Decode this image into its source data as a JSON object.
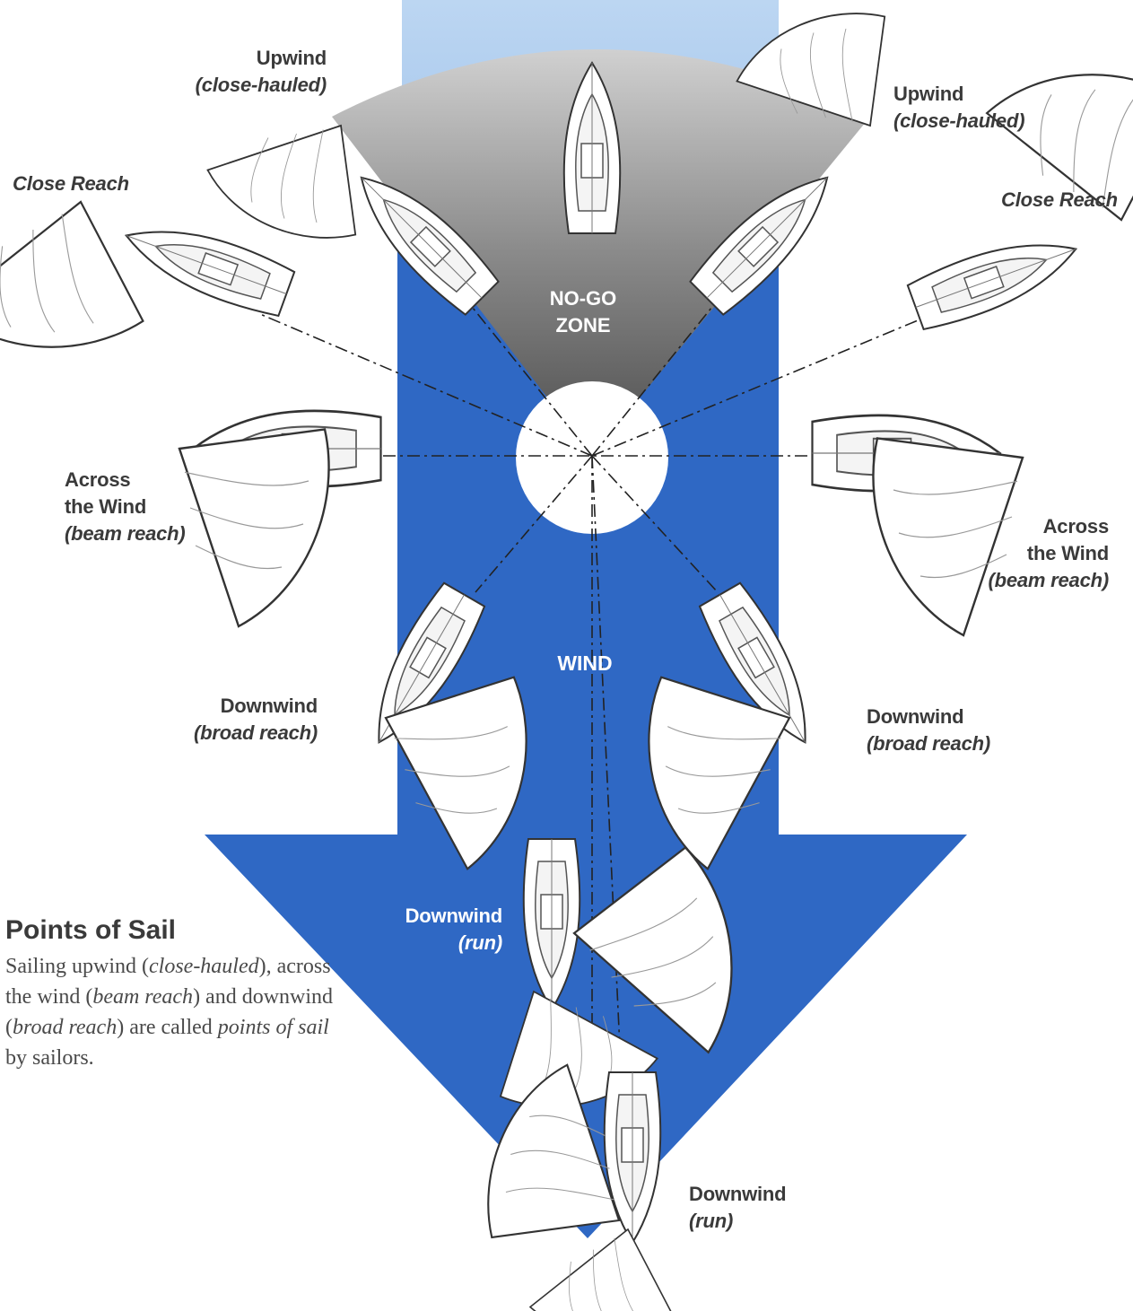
{
  "labels": {
    "upwind_left": {
      "main": "Upwind",
      "sub": "(close-hauled)"
    },
    "upwind_right": {
      "main": "Upwind",
      "sub": "(close-hauled)"
    },
    "close_reach_left": {
      "main": "Close Reach"
    },
    "close_reach_right": {
      "main": "Close Reach"
    },
    "no_go_zone": {
      "line1": "NO-GO",
      "line2": "ZONE"
    },
    "across_left": {
      "line1": "Across",
      "line2": "the Wind",
      "sub": "(beam reach)"
    },
    "across_right": {
      "line1": "Across",
      "line2": "the Wind",
      "sub": "(beam reach)"
    },
    "wind": "WIND",
    "downwind_broad_left": {
      "main": "Downwind",
      "sub": "(broad reach)"
    },
    "downwind_broad_right": {
      "main": "Downwind",
      "sub": "(broad reach)"
    },
    "downwind_run_center": {
      "main": "Downwind",
      "sub": "(run)"
    },
    "downwind_run_bottom": {
      "main": "Downwind",
      "sub": "(run)"
    }
  },
  "caption": {
    "title": "Points of Sail",
    "text_1": "Sailing upwind (",
    "em_1": "close-hauled",
    "text_2": "), across the wind (",
    "em_2": "beam reach",
    "text_3": ") and downwind (",
    "em_3": "broad reach",
    "text_4": ") are called ",
    "em_4": "points of sail",
    "text_5": " by sailors."
  },
  "colors": {
    "arrow_blue": "#2f68c4",
    "sky_blue": "#a9c9ee",
    "no_go_gray": "#7b7b7b",
    "label_text": "#3a3a3a"
  }
}
